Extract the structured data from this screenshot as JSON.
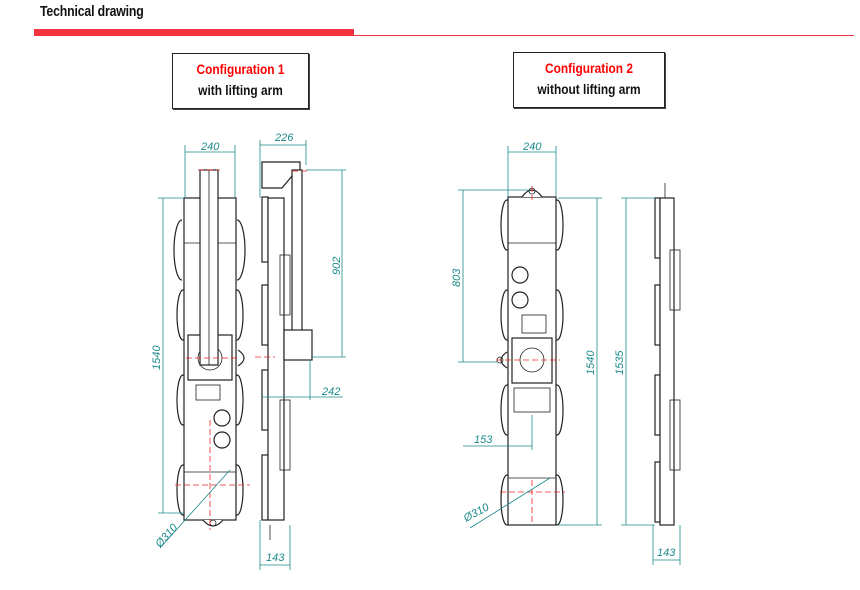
{
  "header": {
    "title": "Technical drawing",
    "accent_color": "#f2323f"
  },
  "configurations": [
    {
      "title": "Configuration 1",
      "subtitle": "with lifting arm",
      "dimensions": {
        "width": "240",
        "side_width": "226",
        "height": "1540",
        "arm_height": "902",
        "arm_offset": "242",
        "depth": "143",
        "cup_diameter": "Ø310"
      }
    },
    {
      "title": "Configuration 2",
      "subtitle": "without lifting arm",
      "dimensions": {
        "width": "240",
        "eye_height": "803",
        "height": "1540",
        "side_height": "1535",
        "eye_offset": "153",
        "depth": "143",
        "cup_diameter": "Ø310"
      }
    }
  ]
}
